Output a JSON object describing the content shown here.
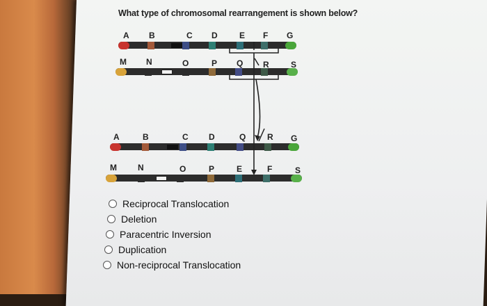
{
  "question": "What type of chromosomal rearrangement is shown below?",
  "diagram": {
    "row1": [
      "A",
      "B",
      "C",
      "D",
      "E",
      "F",
      "G"
    ],
    "row2": [
      "M",
      "N",
      "O",
      "P",
      "Q",
      "R",
      "S"
    ],
    "row3": [
      "A",
      "B",
      "C",
      "D",
      "Q",
      "R",
      "G"
    ],
    "row4": [
      "M",
      "N",
      "O",
      "P",
      "E",
      "F",
      "S"
    ]
  },
  "options": [
    "Reciprocal Translocation",
    "Deletion",
    "Paracentric Inversion",
    "Duplication",
    "Non-reciprocal Translocation"
  ]
}
